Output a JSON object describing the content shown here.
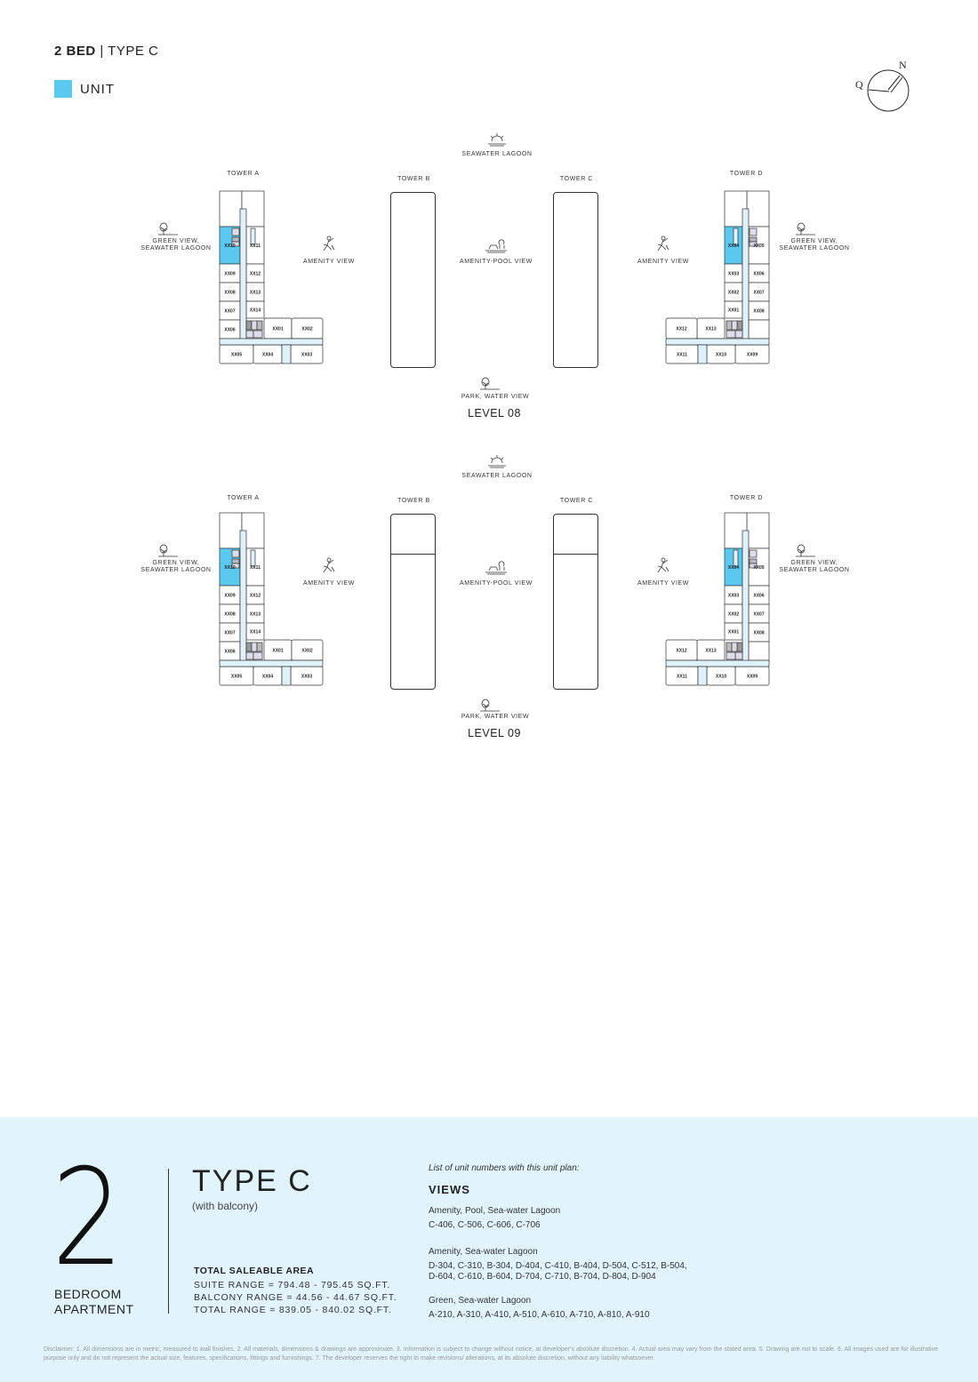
{
  "header": {
    "bed": "2 BED",
    "separator": "|",
    "type": "TYPE C"
  },
  "legend": {
    "label": "UNIT",
    "color": "#5bc8f0"
  },
  "compass": {
    "north": "N",
    "q": "Q"
  },
  "levels": [
    {
      "name": "LEVEL 08",
      "top_view": "SEAWATER LAGOON",
      "bottom_view": "PARK, WATER VIEW",
      "towers": {
        "a": "TOWER A",
        "b": "TOWER B",
        "c": "TOWER C",
        "d": "TOWER D"
      },
      "views": {
        "green_a": [
          "GREEN VIEW,",
          "SEAWATER LAGOON"
        ],
        "amenity_a": "AMENITY VIEW",
        "amenity_pool": "AMENITY-POOL VIEW",
        "amenity_d": "AMENITY VIEW",
        "green_d": [
          "GREEN VIEW,",
          "SEAWATER LAGOON"
        ]
      },
      "tower_a_units": [
        "XX10",
        "XX09",
        "XX08",
        "XX07",
        "XX06",
        "XX11",
        "XX12",
        "XX13",
        "XX14",
        "XX01",
        "XX02",
        "XX05",
        "XX04",
        "XX03"
      ],
      "tower_d_units": [
        "XX05",
        "XX06",
        "XX07",
        "XX08",
        "",
        "XX04",
        "XX03",
        "XX02",
        "XX01",
        "XX13",
        "XX12",
        "XX09",
        "XX10",
        "XX11"
      ]
    },
    {
      "name": "LEVEL 09",
      "top_view": "SEAWATER LAGOON",
      "bottom_view": "PARK, WATER VIEW",
      "towers": {
        "a": "TOWER A",
        "b": "TOWER B",
        "c": "TOWER C",
        "d": "TOWER D"
      },
      "views": {
        "green_a": [
          "GREEN VIEW,",
          "SEAWATER LAGOON"
        ],
        "amenity_a": "AMENITY VIEW",
        "amenity_pool": "AMENITY-POOL VIEW",
        "amenity_d": "AMENITY VIEW",
        "green_d": [
          "GREEN VIEW,",
          "SEAWATER LAGOON"
        ]
      },
      "tower_a_units": [
        "XX10",
        "XX09",
        "XX08",
        "XX07",
        "XX06",
        "XX11",
        "XX12",
        "XX13",
        "XX14",
        "XX01",
        "XX02",
        "XX05",
        "XX04",
        "XX03"
      ],
      "tower_d_units": [
        "XX05",
        "XX06",
        "XX07",
        "XX08",
        "",
        "XX04",
        "XX03",
        "XX02",
        "XX01",
        "XX13",
        "XX12",
        "XX09",
        "XX10",
        "XX11"
      ]
    }
  ],
  "summary": {
    "bedrooms": "2",
    "bedroom_label": [
      "BEDROOM",
      "APARTMENT"
    ],
    "type": "TYPE C",
    "subtitle": "(with balcony)",
    "area_title": "TOTAL SALEABLE AREA",
    "suite_range": "SUITE RANGE = 794.48 - 795.45 SQ.FT.",
    "balcony_range": "BALCONY RANGE = 44.56 - 44.67 SQ.FT.",
    "total_range": "TOTAL RANGE = 839.05 - 840.02 SQ.FT.",
    "list_intro": "List of unit numbers with this unit plan:",
    "views_title": "VIEWS",
    "view_groups": [
      {
        "title": "Amenity, Pool, Sea-water Lagoon",
        "units": [
          "C-406, C-506, C-606, C-706"
        ]
      },
      {
        "title": "Amenity, Sea-water Lagoon",
        "units": [
          "D-304, C-310, B-304, D-404, C-410, B-404, D-504, C-512, B-504,",
          "D-604, C-610, B-604, D-704, C-710, B-704, D-804, D-904"
        ]
      },
      {
        "title": "Green, Sea-water Lagoon",
        "units": [
          "A-210, A-310, A-410, A-510, A-610, A-710, A-810, A-910"
        ]
      }
    ]
  },
  "disclaimer": "Disclaimer: 1. All dimensions are in metric, measured to wall finishes. 2. All materials, dimensions & drawings are approximate. 3. Information is subject to change without notice, at developer's absolute discretion. 4. Actual area may vary from the stated area. 5. Drawing are not to scale. 6. All images used are for illustrative purpose only and do not represent the actual size, features, specifications, fittings and furnishings. 7. The developer reserves the right to make revisions/ alterations, at its absolute discretion, without any liability whatsoever."
}
